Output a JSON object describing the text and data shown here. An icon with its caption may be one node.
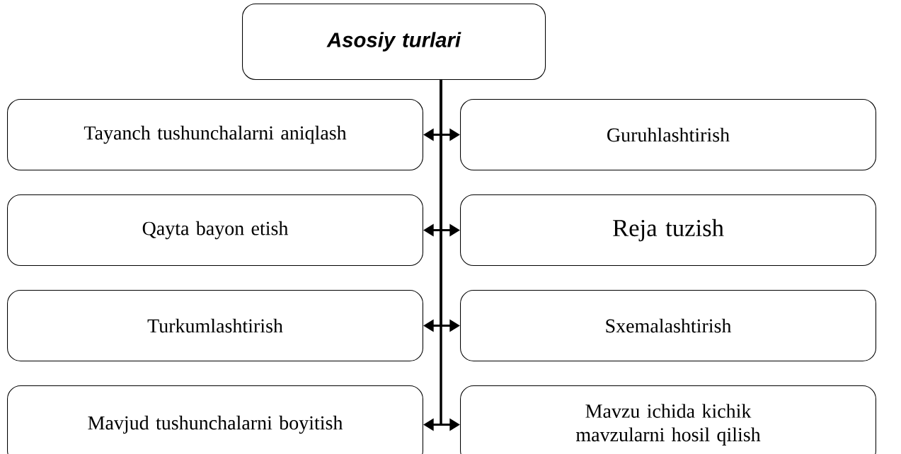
{
  "diagram": {
    "nodes": [
      {
        "text": [
          "Asosiy turlari"
        ]
      },
      {
        "text": [
          "Tayanch tushunchalarni aniqlash"
        ]
      },
      {
        "text": [
          "Guruhlashtirish"
        ]
      },
      {
        "text": [
          "Qayta bayon etish"
        ]
      },
      {
        "text": [
          "Reja tuzish"
        ]
      },
      {
        "text": [
          "Turkumlashtirish"
        ]
      },
      {
        "text": [
          "Sxemalashtirish"
        ]
      },
      {
        "text": [
          "Mavjud tushunchalarni boyitish"
        ]
      },
      {
        "text": [
          "Mavzu ichida kichik mavzularni hosil qilish"
        ]
      }
    ],
    "edges": [
      {
        "from": 0,
        "to": 1,
        "arrow": "to"
      },
      {
        "from": 0,
        "to": 2,
        "arrow": "to"
      },
      {
        "from": 0,
        "to": 3,
        "arrow": "to"
      },
      {
        "from": 0,
        "to": 4,
        "arrow": "to"
      },
      {
        "from": 0,
        "to": 5,
        "arrow": "to"
      },
      {
        "from": 0,
        "to": 6,
        "arrow": "to"
      },
      {
        "from": 0,
        "to": 7,
        "arrow": "to"
      },
      {
        "from": 0,
        "to": 8,
        "arrow": "to"
      }
    ]
  }
}
